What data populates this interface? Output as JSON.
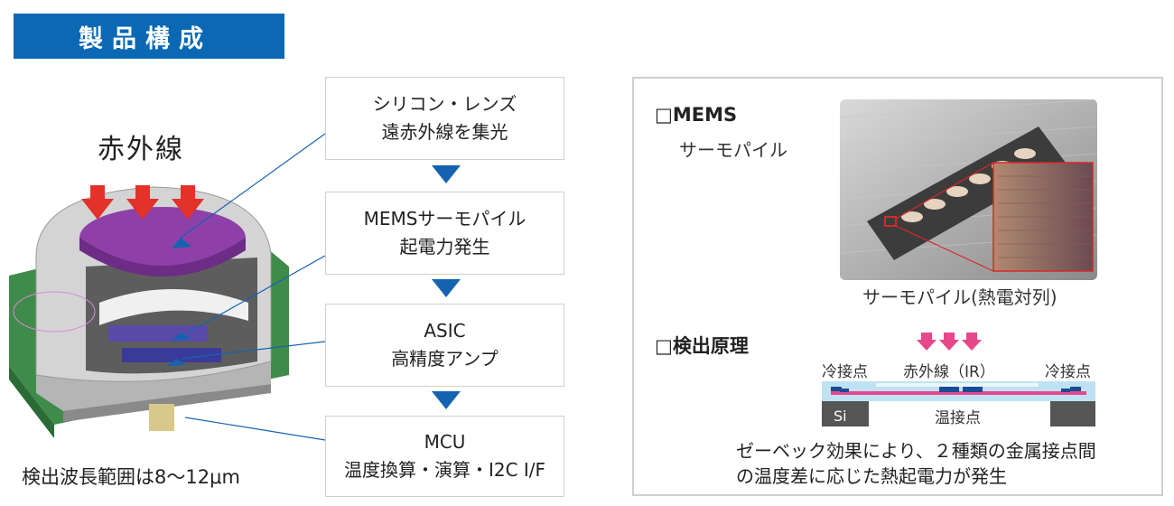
{
  "header": {
    "title": "製品構成"
  },
  "left": {
    "ir_label": "赤外線",
    "range_text": "検出波長範囲は8～12μm"
  },
  "flow": {
    "steps": [
      {
        "line1": "シリコン・レンズ",
        "line2": "遠赤外線を集光"
      },
      {
        "line1": "MEMSサーモパイル",
        "line2": "起電力発生"
      },
      {
        "line1": "ASIC",
        "line2": "高精度アンプ"
      },
      {
        "line1": "MCU",
        "line2": "温度換算・演算・I2C I/F"
      }
    ]
  },
  "panel": {
    "mems_title": "□MEMS",
    "mems_sub": "サーモパイル",
    "thermopile_caption": "サーモパイル(熱電対列)",
    "principle_title": "□検出原理",
    "cold_left": "冷接点",
    "ir_label": "赤外線（IR）",
    "cold_right": "冷接点",
    "si_label": "Si",
    "hot_label": "温接点",
    "desc_line1": "ゼーベック効果により、２種類の金属接点間",
    "desc_line2": "の温度差に応じた熱起電力が発生"
  },
  "colors": {
    "header_bg": "#0b68b4",
    "arrow_blue": "#1463b0",
    "ir_arrow_red": "#e2322a",
    "ir_arrow_pink": "#e8478b",
    "lens_purple": "#8e3fa8",
    "pcb_green": "#3f8b4a"
  }
}
